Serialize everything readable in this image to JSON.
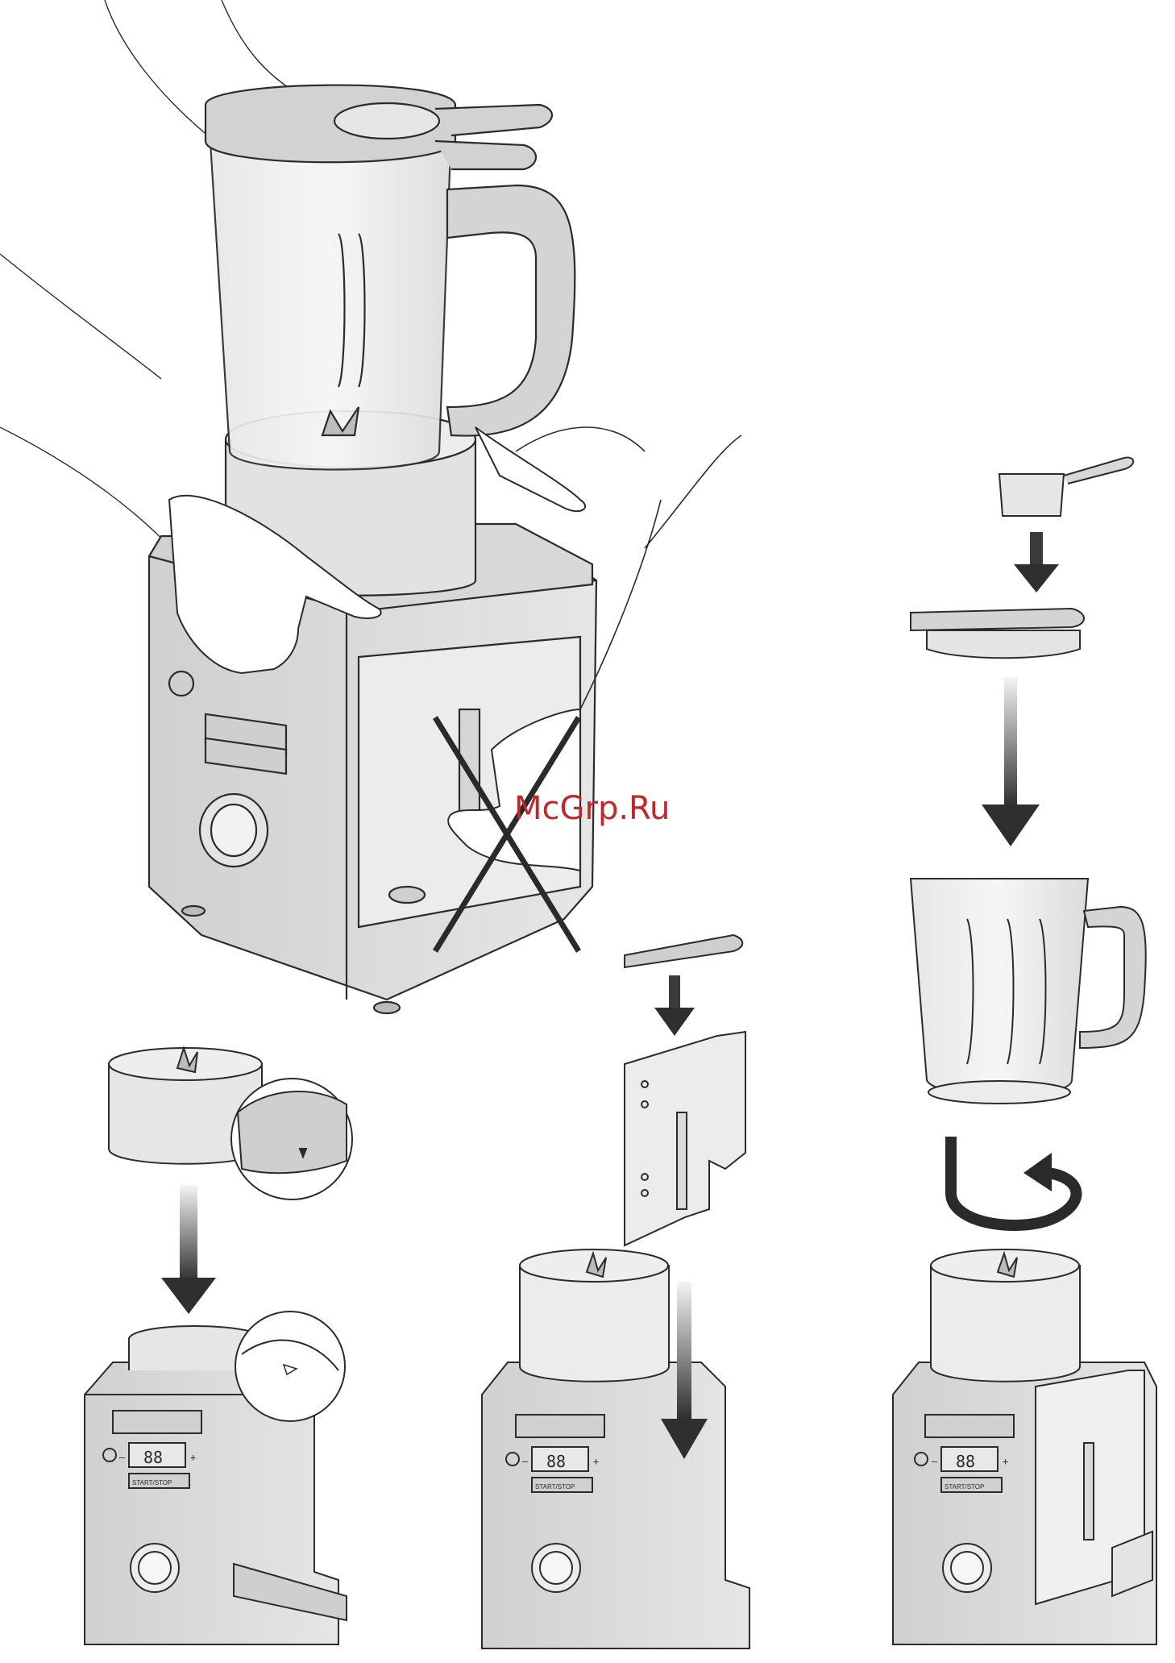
{
  "watermark": {
    "text": "McGrp.Ru",
    "color": "#c0272d"
  },
  "display": {
    "digits": "88",
    "minus": "–",
    "plus": "+",
    "button_label": "START/STOP"
  },
  "colors": {
    "outline": "#2b2b2b",
    "body_fill": "#dcdcdc",
    "body_dark": "#c4c4c4",
    "jar_fill": "#eeeeee",
    "arrow_dark": "#2f2f2f",
    "cross": "#2a2a2a"
  },
  "icons": {
    "power": "power-icon",
    "arrows": "down-arrow-icon",
    "rotate": "rotate-arrow-icon",
    "cross": "cross-mark-icon",
    "blade": "blade-icon",
    "alignment_marks": "triangle-mark-icon"
  }
}
